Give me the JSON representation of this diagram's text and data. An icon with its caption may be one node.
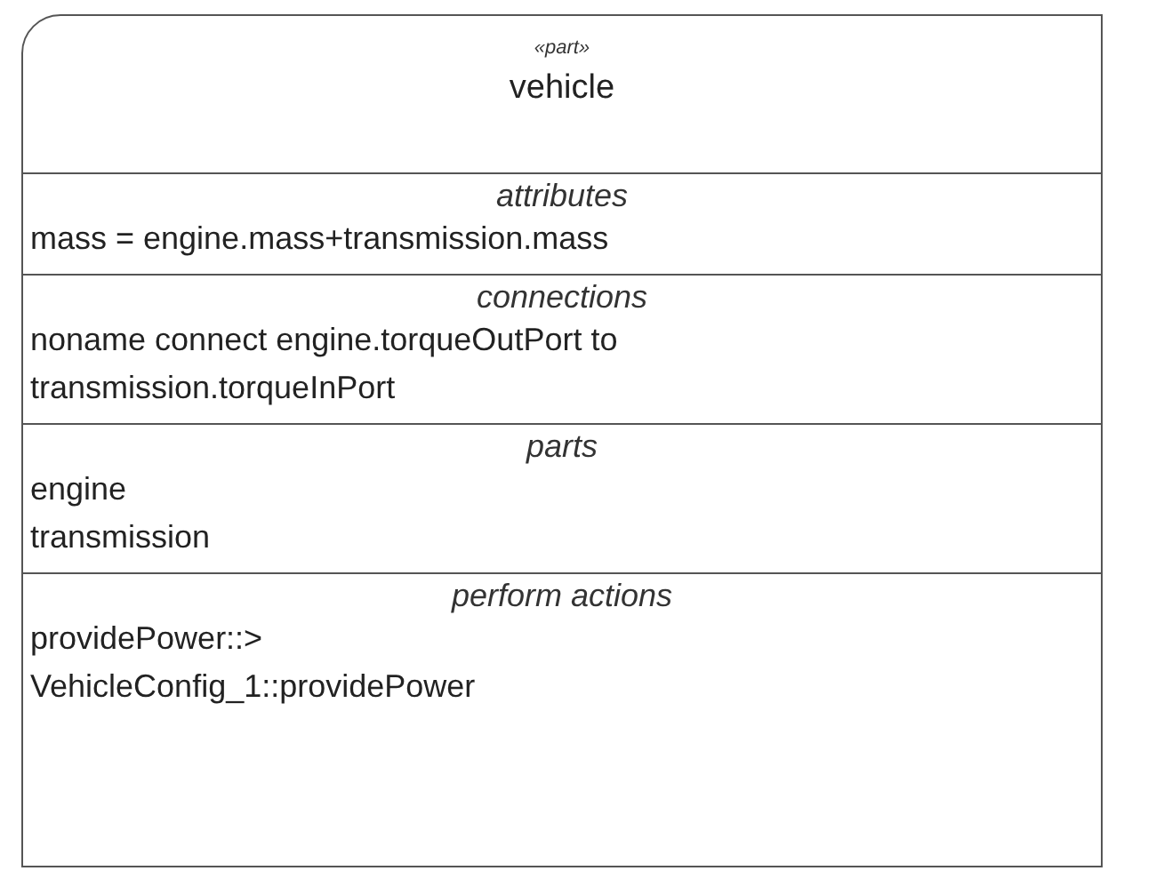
{
  "diagram": {
    "nodes": [
      {
        "text": [
          "«part»",
          "vehicle"
        ]
      },
      {
        "text": [
          "attributes",
          "mass = engine.mass+transmission.mass"
        ],
        "in": 0
      },
      {
        "text": [
          "connections",
          "noname connect engine.torqueOutPort to transmission.torqueInPort"
        ],
        "in": 0
      },
      {
        "text": [
          "parts",
          "engine",
          "transmission"
        ],
        "in": 0
      },
      {
        "text": [
          "perform actions",
          "providePower::> VehicleConfig_1::providePower"
        ],
        "in": 0
      }
    ]
  }
}
